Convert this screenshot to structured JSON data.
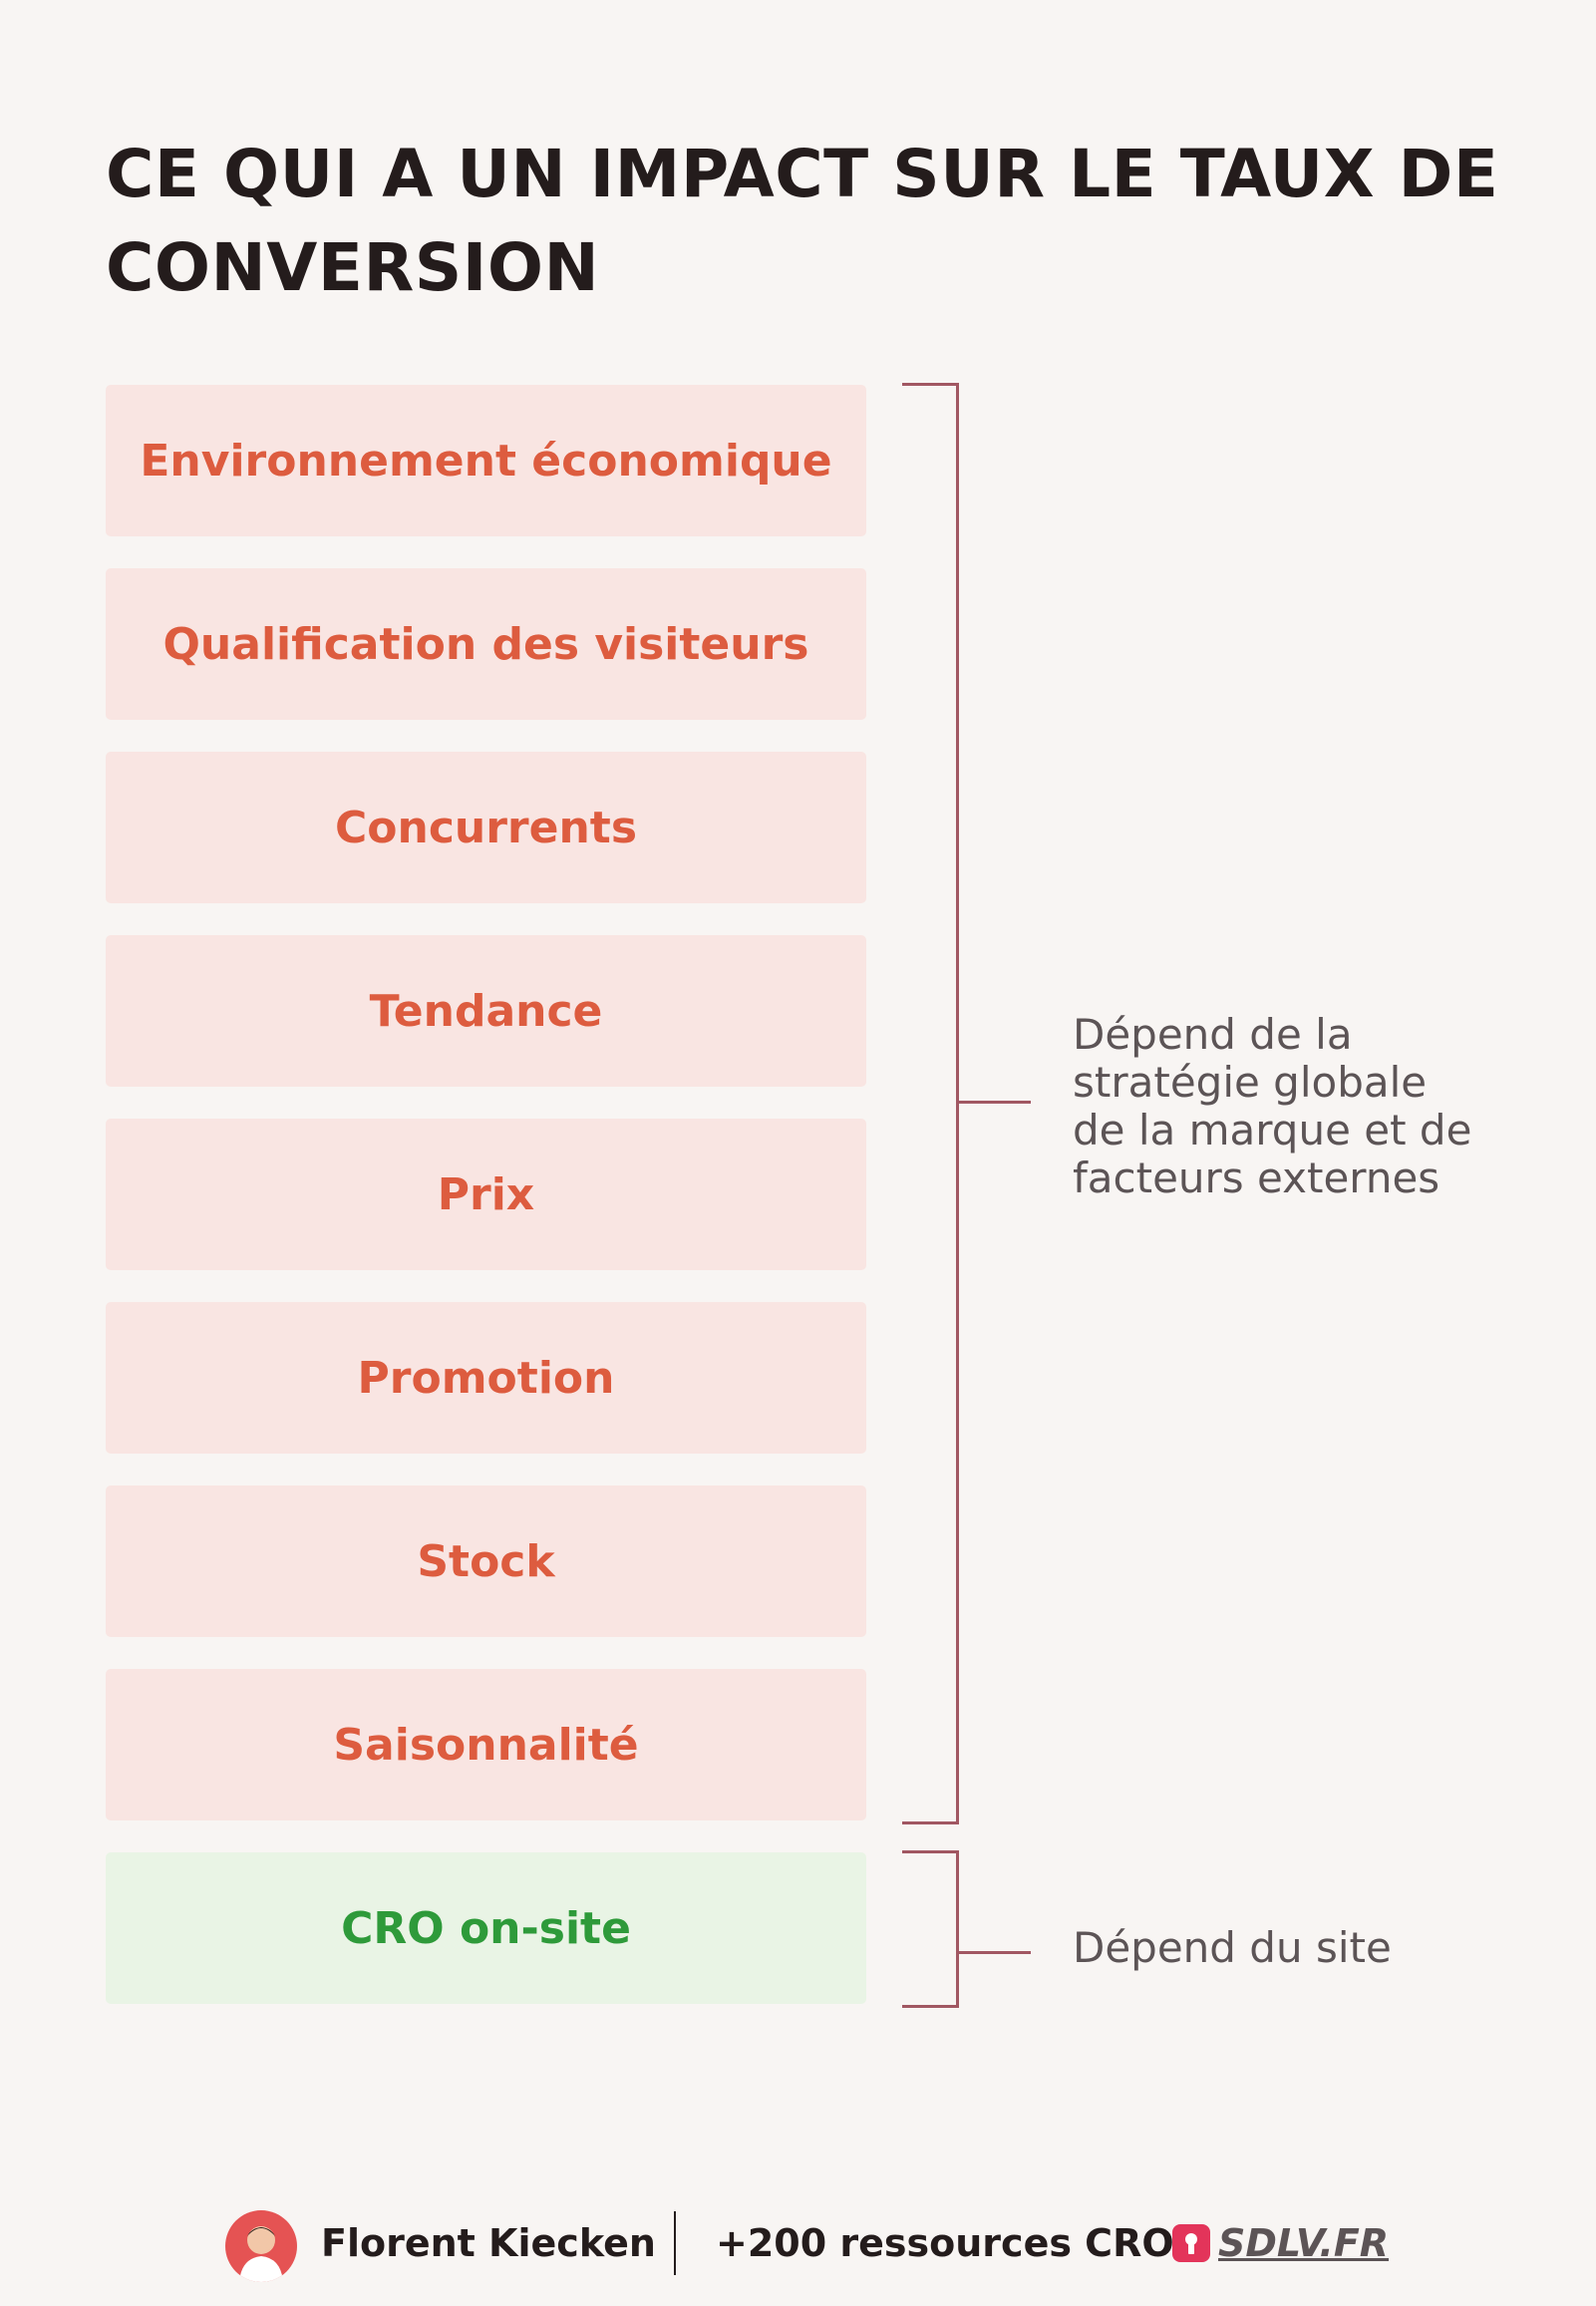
{
  "title": "CE QUI A UN IMPACT SUR LE TAUX DE CONVERSION",
  "factors": [
    "Environnement économique",
    "Qualification des visiteurs",
    "Concurrents",
    "Tendance",
    "Prix",
    "Promotion",
    "Stock",
    "Saisonnalité",
    "CRO on-site"
  ],
  "groups": [
    {
      "label_lines": [
        "Dépend de la",
        "stratégie globale",
        "de la marque et de",
        "facteurs externes"
      ]
    },
    {
      "label_lines": [
        "Dépend du site"
      ]
    }
  ],
  "footer": {
    "author": "Florent Kiecken",
    "resources": "+200 ressources CRO :",
    "link": "SDLV.FR"
  },
  "colors": {
    "external_box": "#f9e5e2",
    "external_text": "#dd5c3f",
    "onsite_box": "#e9f4e5",
    "onsite_text": "#2e9a3a",
    "bracket": "#a15762"
  }
}
